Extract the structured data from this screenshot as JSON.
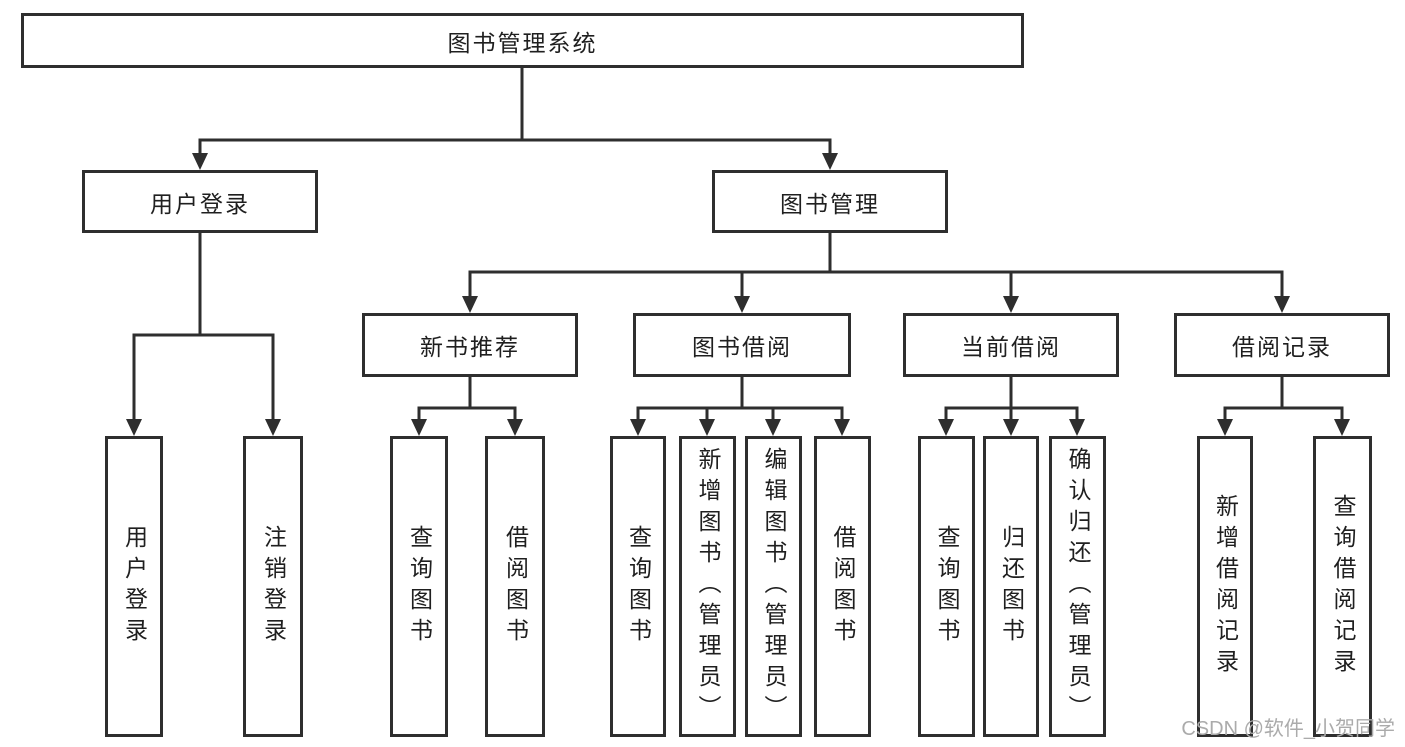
{
  "diagram": {
    "root": {
      "label": "图书管理系统"
    },
    "level2": {
      "user_login": {
        "label": "用户登录",
        "children": [
          "用户登录",
          "注销登录"
        ]
      },
      "book_management": {
        "label": "图书管理"
      }
    },
    "level3": {
      "new_book_recommend": {
        "label": "新书推荐",
        "children": [
          "查询图书",
          "借阅图书"
        ]
      },
      "book_borrow": {
        "label": "图书借阅",
        "children": [
          "查询图书",
          "新增图书（管理员）",
          "编辑图书（管理员）",
          "借阅图书"
        ]
      },
      "current_borrow": {
        "label": "当前借阅",
        "children": [
          "查询图书",
          "归还图书",
          "确认归还（管理员）"
        ]
      },
      "borrow_record": {
        "label": "借阅记录",
        "children": [
          "新增借阅记录",
          "查询借阅记录"
        ]
      }
    }
  },
  "watermark": {
    "text": "CSDN @软件_小贺同学"
  },
  "colors": {
    "line": "#2e2e2e",
    "text": "#1f1f1f",
    "watermark": "#ababab",
    "background": "#ffffff"
  }
}
